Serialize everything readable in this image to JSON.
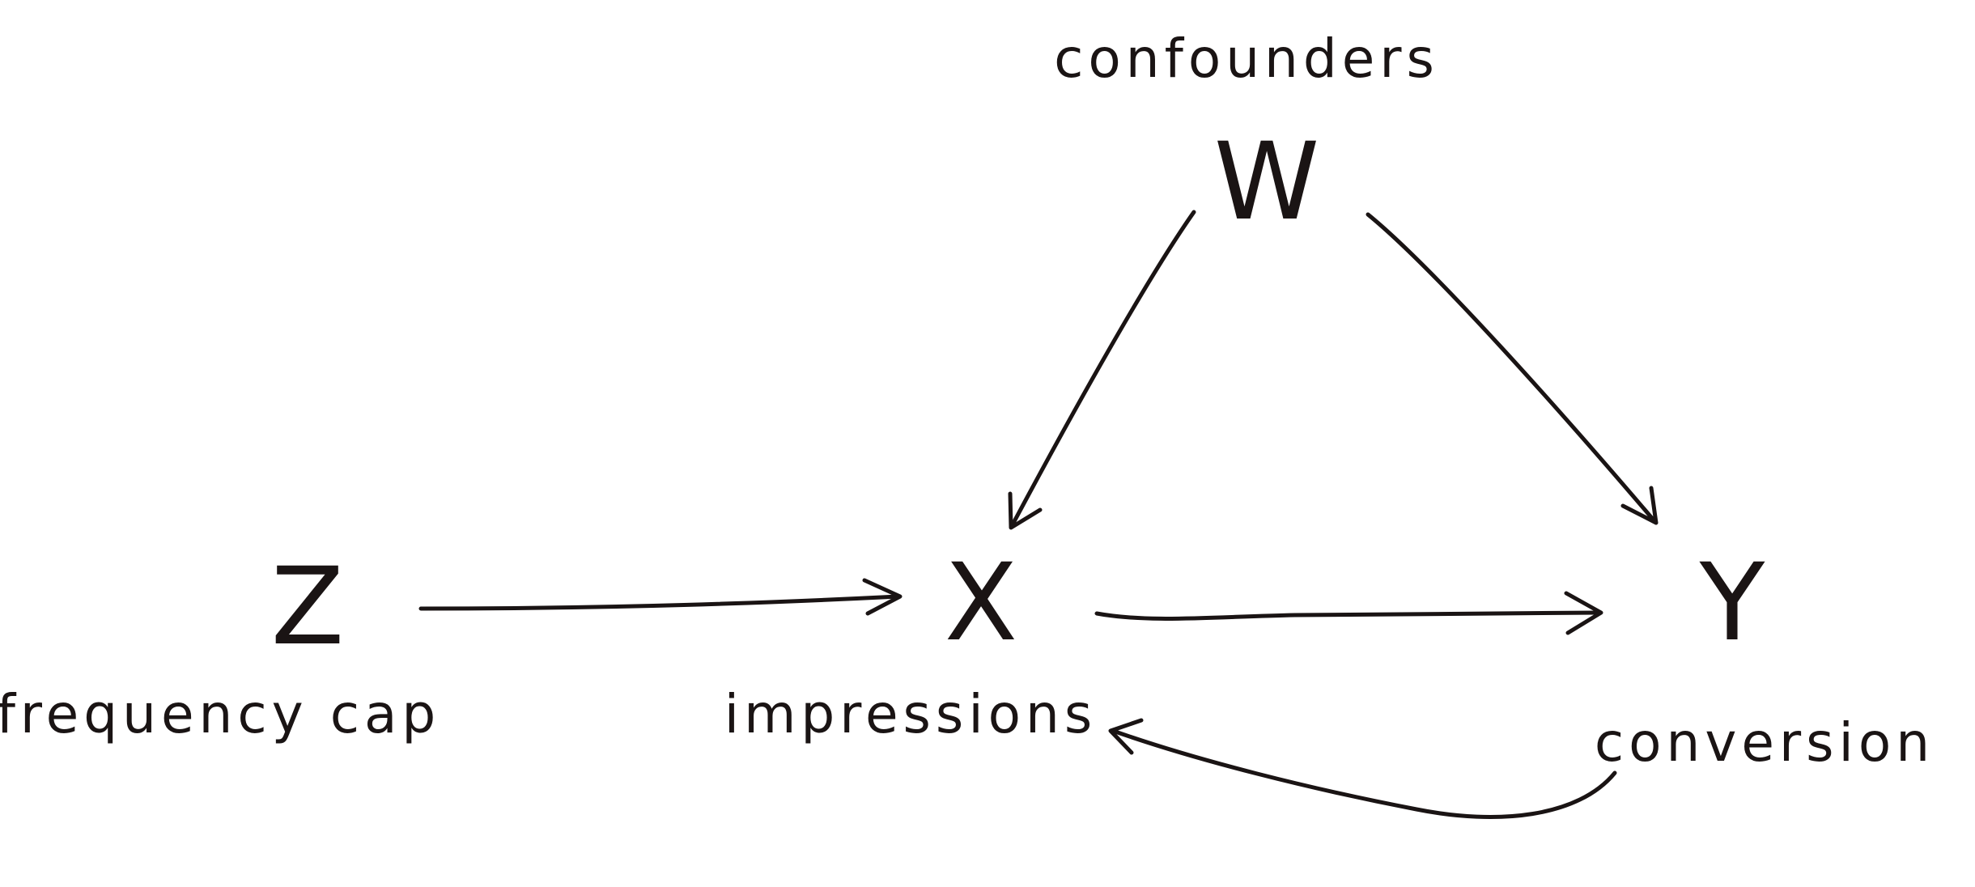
{
  "nodes": {
    "w": {
      "letter": "W",
      "label": "confounders"
    },
    "z": {
      "letter": "Z",
      "label": "frequency cap"
    },
    "x": {
      "letter": "X",
      "label": "impressions"
    },
    "y": {
      "letter": "Y",
      "label": "conversion"
    }
  },
  "edges": [
    {
      "from": "Z",
      "to": "X"
    },
    {
      "from": "X",
      "to": "Y"
    },
    {
      "from": "W",
      "to": "X"
    },
    {
      "from": "W",
      "to": "Y"
    },
    {
      "from": "Y",
      "to": "X"
    }
  ],
  "ink_color": "#1a1414",
  "background": "#ffffff"
}
